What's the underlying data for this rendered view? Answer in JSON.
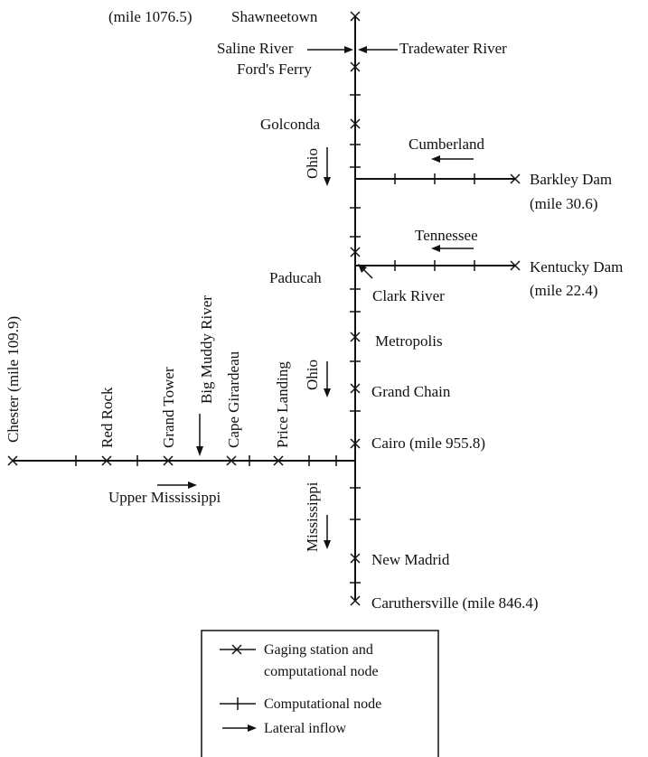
{
  "stations": {
    "shawneetown": "Shawneetown",
    "shawneetown_mile": "(mile 1076.5)",
    "saline": "Saline River",
    "tradewater": "Tradewater River",
    "fords_ferry": "Ford's Ferry",
    "golconda": "Golconda",
    "barkley": "Barkley Dam",
    "barkley_mile": "(mile 30.6)",
    "kentucky": "Kentucky Dam",
    "kentucky_mile": "(mile 22.4)",
    "paducah": "Paducah",
    "clark": "Clark River",
    "metropolis": "Metropolis",
    "grand_chain": "Grand Chain",
    "cairo": "Cairo (mile 955.8)",
    "new_madrid": "New Madrid",
    "caruthersville": "Caruthersville (mile 846.4)",
    "chester": "Chester (mile 109.9)",
    "red_rock": "Red Rock",
    "grand_tower": "Grand Tower",
    "big_muddy": "Big Muddy River",
    "cape_girardeau": "Cape Girardeau",
    "price_landing": "Price Landing"
  },
  "rivers": {
    "ohio_upper": "Ohio",
    "ohio_lower": "Ohio",
    "cumberland": "Cumberland",
    "tennessee": "Tennessee",
    "upper_mississippi": "Upper Mississippi",
    "mississippi": "Mississippi"
  },
  "legend": {
    "gaging_line1": "Gaging station and",
    "gaging_line2": "computational node",
    "computational": "Computational node",
    "lateral": "Lateral inflow"
  }
}
